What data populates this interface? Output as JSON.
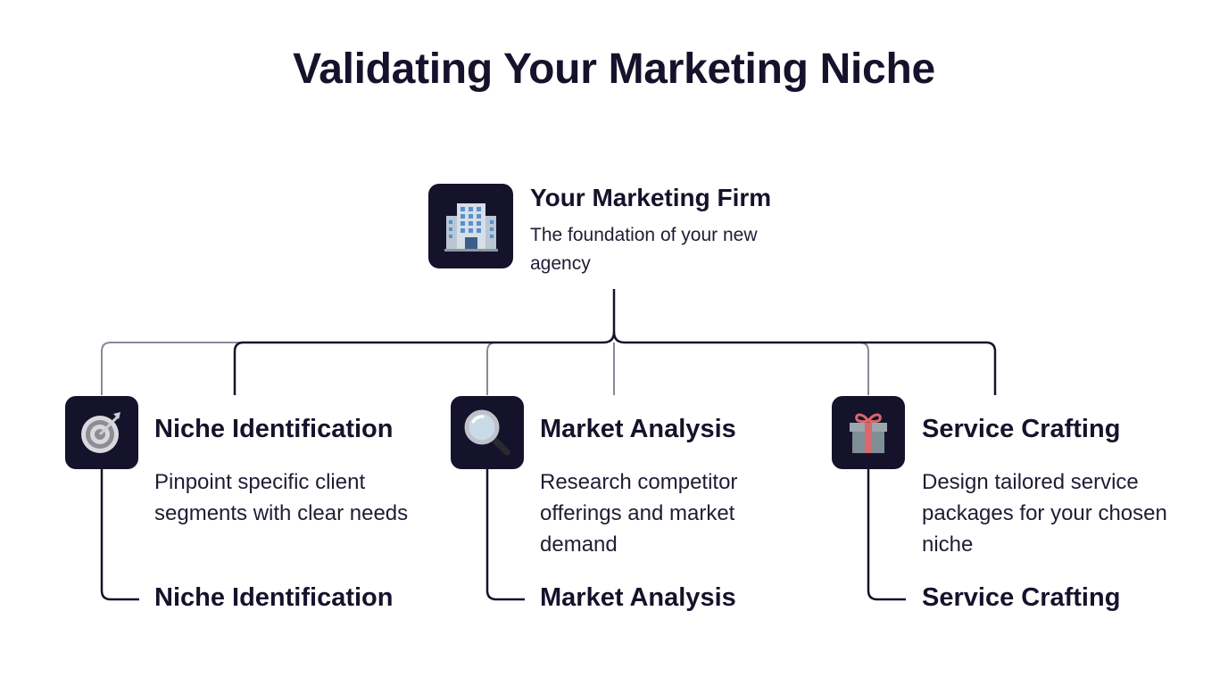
{
  "title": "Validating Your Marketing Niche",
  "root": {
    "icon": "office-building-icon",
    "heading": "Your Marketing Firm",
    "description": "The foundation of your new agency"
  },
  "branches": [
    {
      "icon": "target-icon",
      "heading": "Niche Identification",
      "description": "Pinpoint specific client segments with clear needs",
      "footer": "Niche Identification"
    },
    {
      "icon": "magnifying-glass-icon",
      "heading": "Market Analysis",
      "description": "Research competitor offerings and market demand",
      "footer": "Market Analysis"
    },
    {
      "icon": "gift-box-icon",
      "heading": "Service Crafting",
      "description": "Design tailored service packages for your chosen niche",
      "footer": "Service Crafting"
    }
  ],
  "colors": {
    "primary": "#15132b",
    "connector_light": "#8a8999",
    "icon_background": "#15132b"
  }
}
